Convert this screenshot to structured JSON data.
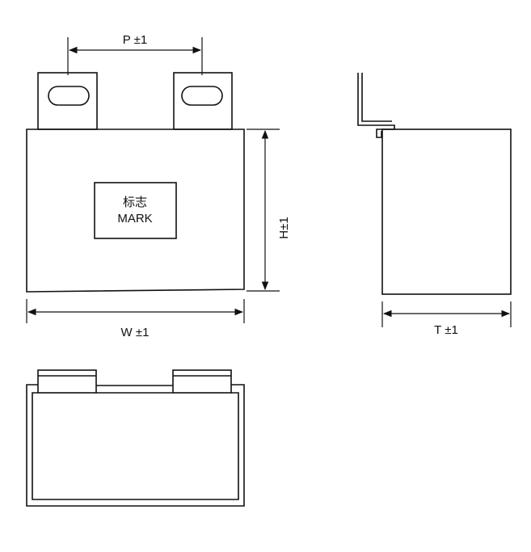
{
  "labels": {
    "pitch": "P ±1",
    "width": "W ±1",
    "height": "H±1",
    "thickness": "T ±1",
    "mark_cn": "标志",
    "mark_en": "MARK"
  }
}
